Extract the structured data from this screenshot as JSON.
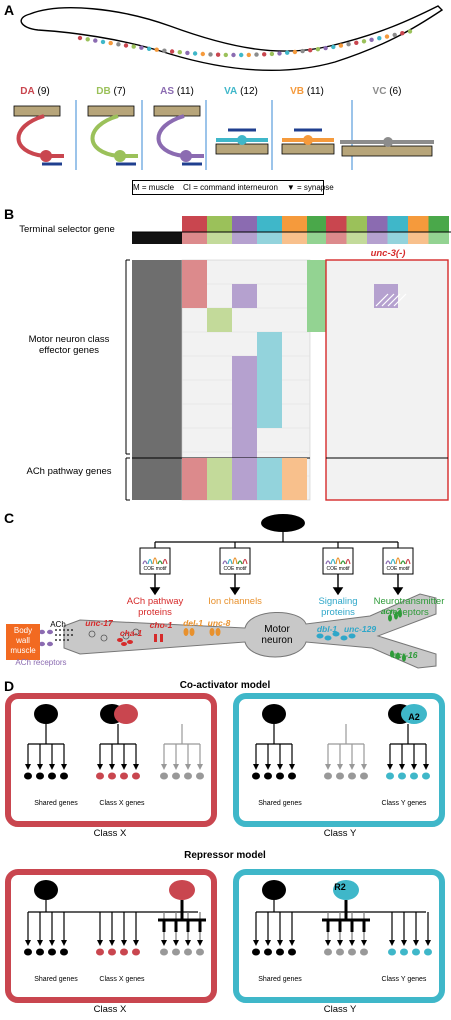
{
  "panel_labels": {
    "a": "A",
    "b": "B",
    "c": "C",
    "d": "D"
  },
  "panel_a": {
    "classes": [
      {
        "name": "DA",
        "count": "(9)",
        "color": "#c9464f"
      },
      {
        "name": "DB",
        "count": "(7)",
        "color": "#9bc15a"
      },
      {
        "name": "AS",
        "count": "(11)",
        "color": "#8b6bb1"
      },
      {
        "name": "VA",
        "count": "(12)",
        "color": "#3fb7c9"
      },
      {
        "name": "VB",
        "count": "(11)",
        "color": "#f59a3c"
      },
      {
        "name": "VC",
        "count": "(6)",
        "color": "#8c8c8c"
      }
    ],
    "muscle_letter": "M",
    "ci_letter": "CI",
    "legend": "M = muscle    CI = command interneuron    ▼ = synapse"
  },
  "panel_b": {
    "terminal_selector_label": "Terminal selector gene",
    "effector_label": "Motor neuron class effector genes",
    "ach_label": "ACh pathway genes",
    "mutant_label": "unc-3(-)",
    "column_colors": [
      "#c9464f",
      "#9bc15a",
      "#8b6bb1",
      "#3fb7c9",
      "#f59a3c",
      "#4aa84a"
    ],
    "light_colors": [
      "#dc8a8c",
      "#c3da9a",
      "#b5a1cf",
      "#93d3dc",
      "#f8c08c",
      "#93d392"
    ]
  },
  "panel_c": {
    "motif_label": "COE motif",
    "categories": [
      {
        "text": "ACh pathway proteins",
        "color": "#d62b2b"
      },
      {
        "text": "Ion channels",
        "color": "#e8912d"
      },
      {
        "text": "Signaling proteins",
        "color": "#2fa7c9"
      },
      {
        "text": "Neurotransmitter receptors",
        "color": "#2f9b3a"
      }
    ],
    "genes": {
      "unc17": "unc-17",
      "cha1": "cha-1",
      "cho1": "cho-1",
      "del1": "del-1",
      "unc8": "unc-8",
      "dbl1": "dbl-1",
      "unc129": "unc-129",
      "acr2": "acr-2",
      "acr16": "acr-16"
    },
    "muscle_box": "Body wall muscle",
    "ach": "ACh",
    "ach_receptors": "ACh receptors",
    "neuron": "Motor neuron"
  },
  "panel_d": {
    "coactivator_title": "Co-activator model",
    "repressor_title": "Repressor model",
    "shared_genes": "Shared genes",
    "class_x_genes": "Class X genes",
    "class_y_genes": "Class Y genes",
    "class_x": "Class X",
    "class_y": "Class Y",
    "a2": "A2",
    "r2": "R2",
    "red": "#c9464f",
    "blue": "#3fb7c9"
  }
}
